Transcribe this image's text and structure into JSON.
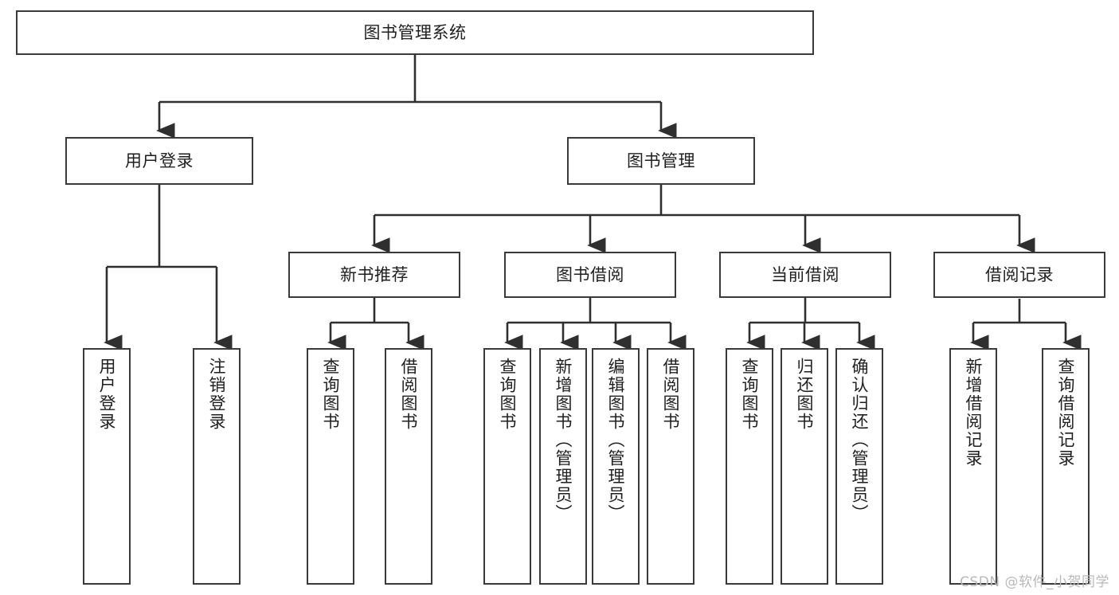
{
  "diagram": {
    "title": "图书管理系统",
    "type": "tree-hierarchy-chart",
    "watermark": "CSDN @软件_小贺同学",
    "colors": {
      "node_border": "#3a3a3a",
      "node_fill": "#ffffff",
      "edge": "#2f2f2f",
      "text": "#1f1f1f",
      "watermark": "#b9b9b9",
      "background": "#ffffff"
    },
    "root": {
      "label": "图书管理系统"
    },
    "level1": [
      {
        "label": "用户登录"
      },
      {
        "label": "图书管理"
      }
    ],
    "level2": [
      {
        "label": "新书推荐"
      },
      {
        "label": "图书借阅"
      },
      {
        "label": "当前借阅"
      },
      {
        "label": "借阅记录"
      }
    ],
    "leaves": {
      "user_login": [
        {
          "label": "用户登录"
        },
        {
          "label": "注销登录"
        }
      ],
      "new_book_recommend": [
        {
          "label": "查询图书"
        },
        {
          "label": "借阅图书"
        }
      ],
      "book_borrow": [
        {
          "label": "查询图书"
        },
        {
          "label": "新增图书（管理员）"
        },
        {
          "label": "编辑图书（管理员）"
        },
        {
          "label": "借阅图书"
        }
      ],
      "current_borrow": [
        {
          "label": "查询图书"
        },
        {
          "label": "归还图书"
        },
        {
          "label": "确认归还（管理员）"
        }
      ],
      "borrow_record": [
        {
          "label": "新增借阅记录"
        },
        {
          "label": "查询借阅记录"
        }
      ]
    }
  }
}
